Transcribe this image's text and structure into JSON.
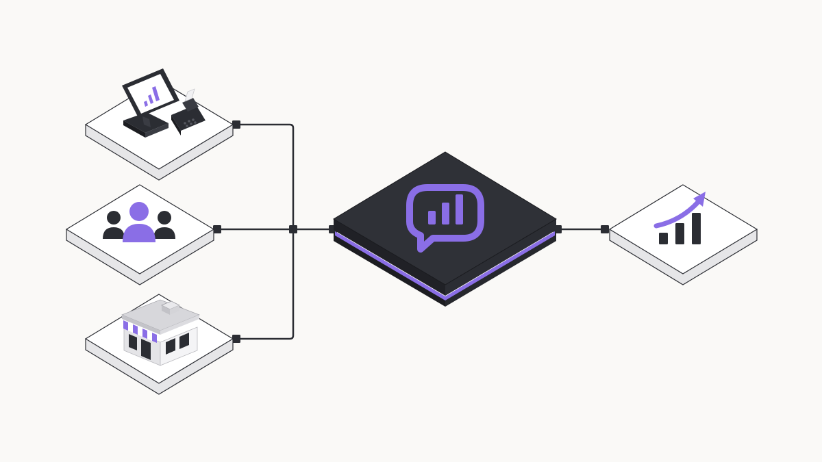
{
  "diagram": {
    "inputs": [
      {
        "id": "pos",
        "icon": "pos-terminal-icon"
      },
      {
        "id": "customers",
        "icon": "people-group-icon"
      },
      {
        "id": "store",
        "icon": "storefront-icon"
      }
    ],
    "hub": {
      "icon": "chat-analytics-logo-icon"
    },
    "output": {
      "icon": "growth-chart-icon"
    }
  },
  "colors": {
    "background": "#faf9f7",
    "accent": "#8a6ee6",
    "dark": "#2b2d33",
    "line": "#2b2d33",
    "tile_top": "#ffffff",
    "tile_side": "#e6e6e8"
  }
}
